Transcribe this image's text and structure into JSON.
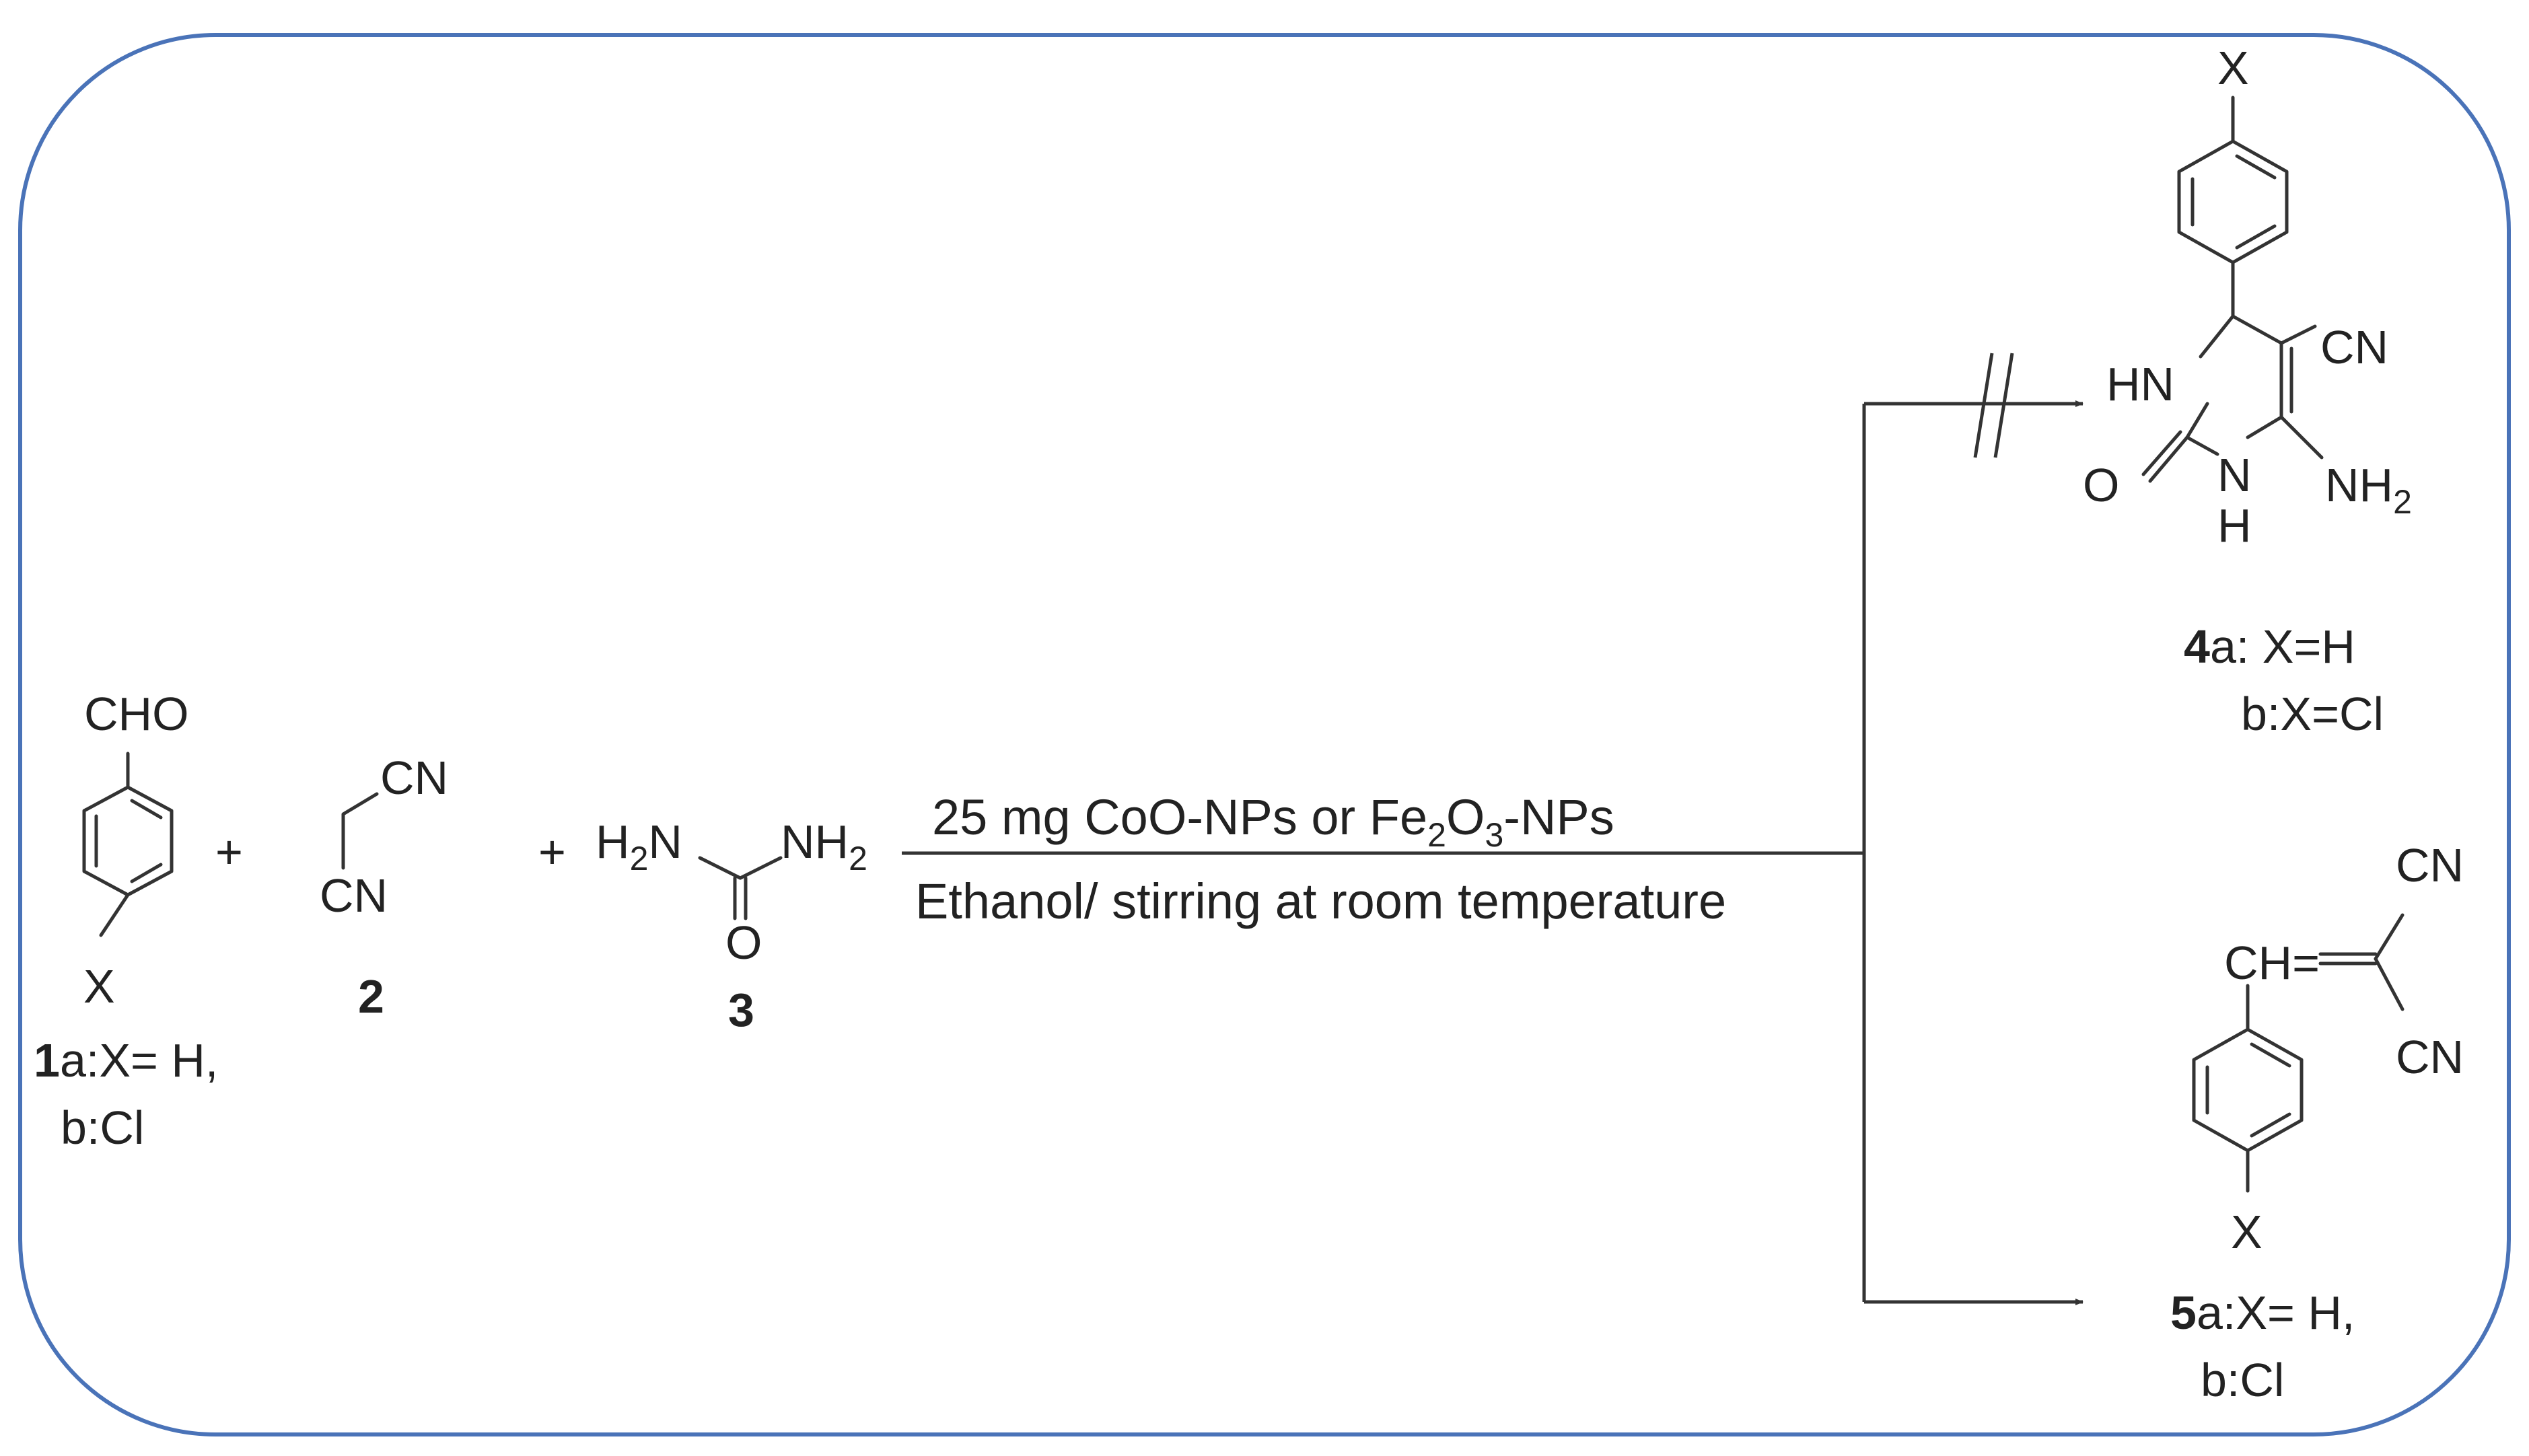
{
  "colors": {
    "frame": "#4a73b8",
    "bond": "#333333",
    "text": "#222222"
  },
  "reactant1": {
    "group_top": "CHO",
    "group_bottom": "X",
    "compound_number": "1",
    "variant_a": "a:X= H,",
    "variant_b": "b:Cl"
  },
  "reactant2": {
    "cn_top": "CN",
    "cn_bottom": "CN",
    "compound_number": "2"
  },
  "reactant3": {
    "amine_left_main": "H",
    "amine_left_sub": "2",
    "amine_left_end": "N",
    "amine_right_main": "NH",
    "amine_right_sub": "2",
    "carbonyl_o": "O",
    "compound_number": "3"
  },
  "plus_signs": [
    "+",
    "+"
  ],
  "conditions": {
    "above_1": "25 mg CoO-NPs or Fe",
    "above_sub1": "2",
    "above_2": "O",
    "above_sub2": "3",
    "above_3": "-NPs",
    "below": "Ethanol/ stirring at room temperature"
  },
  "product4": {
    "x_top": "X",
    "hn": "HN",
    "cn": "CN",
    "o": "O",
    "n": "N",
    "h": "H",
    "nh2_main": "NH",
    "nh2_sub": "2",
    "compound_number": "4",
    "variant_a": "a: X=H",
    "variant_b": "b:X=Cl"
  },
  "product5": {
    "ch": "CH=",
    "cn_top": "CN",
    "cn_bottom": "CN",
    "x_bottom": "X",
    "compound_number": "5",
    "variant_a": "a:X= H,",
    "variant_b": "b:Cl"
  }
}
